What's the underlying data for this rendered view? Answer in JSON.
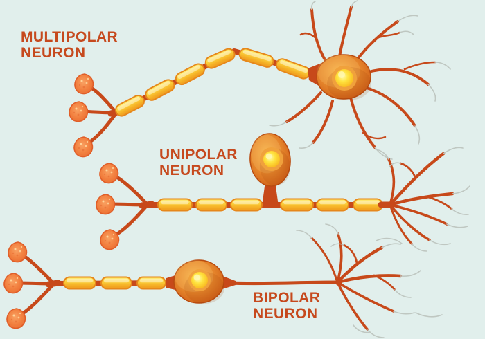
{
  "palette": {
    "background": "#e1efec",
    "label_text": "#c6491d",
    "neurite_red": "#c7491a",
    "myelin_fill_top": "#ffee6e",
    "myelin_fill_bottom": "#ee991f",
    "myelin_border": "#e6871b",
    "soma_center": "#f7b149",
    "soma_edge": "#c25412",
    "nucleus_yellow": "#ffe33f",
    "receptor_knob": "#f2803f",
    "pale_branch_tip": "#bfc7c1"
  },
  "neurons": [
    {
      "id": "multipolar",
      "label_line1": "MULTIPOLAR",
      "label_line2": "NEURON",
      "parts": [
        "receptor-knobs",
        "dendrite-branches",
        "myelinated-axon",
        "soma",
        "nucleus",
        "radiating-dendrites"
      ]
    },
    {
      "id": "unipolar",
      "label_line1": "UNIPOLAR",
      "label_line2": "NEURON",
      "parts": [
        "receptor-knobs",
        "dendrite-branches",
        "myelinated-axon",
        "soma-on-stalk",
        "nucleus",
        "axon-terminals"
      ]
    },
    {
      "id": "bipolar",
      "label_line1": "BIPOLAR",
      "label_line2": "NEURON",
      "parts": [
        "receptor-knobs",
        "dendrite-branches",
        "myelinated-axon",
        "soma",
        "nucleus",
        "axon-terminals"
      ]
    }
  ]
}
